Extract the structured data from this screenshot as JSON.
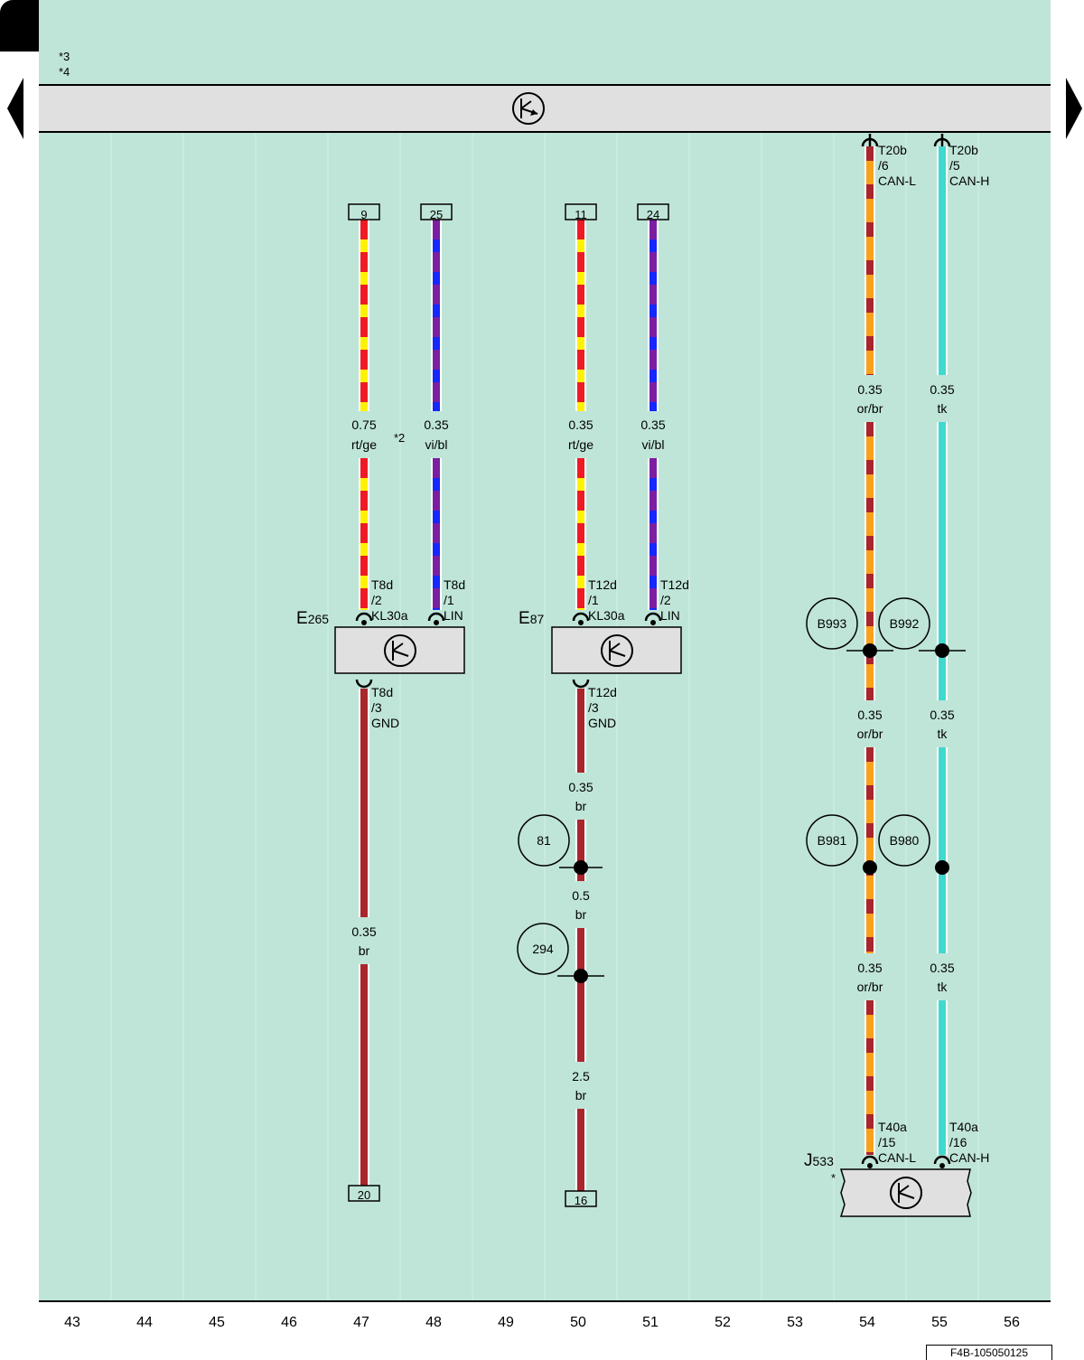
{
  "footnotes": [
    "*3",
    "*4"
  ],
  "doc_id": "F4B-105050125",
  "columns": [
    "43",
    "44",
    "45",
    "46",
    "47",
    "48",
    "49",
    "50",
    "51",
    "52",
    "53",
    "54",
    "55",
    "56"
  ],
  "colors": {
    "panel": "#bfe5d8",
    "bus_bar": "#e0e0e0",
    "red": "#ee1b24",
    "yellow": "#fff200",
    "violet": "#7b1fa2",
    "blue": "#1428ff",
    "brown": "#a8262c",
    "orange": "#f8a11b",
    "turquoise": "#3fd9cf"
  },
  "components": [
    {
      "id": "e265",
      "letter": "E",
      "number": "265"
    },
    {
      "id": "e87",
      "letter": "E",
      "number": "87"
    },
    {
      "id": "j533",
      "letter": "J",
      "number": "533",
      "note": "*"
    }
  ],
  "terminals": [
    "9",
    "25",
    "11",
    "24",
    "20",
    "16"
  ],
  "connectors": [
    {
      "lines": [
        "T20b",
        "/6",
        "CAN-L"
      ]
    },
    {
      "lines": [
        "T20b",
        "/5",
        "CAN-H"
      ]
    },
    {
      "lines": [
        "T8d",
        "/2",
        "KL30a"
      ]
    },
    {
      "lines": [
        "T8d",
        "/1",
        "LIN"
      ]
    },
    {
      "lines": [
        "T12d",
        "/1",
        "KL30a"
      ]
    },
    {
      "lines": [
        "T12d",
        "/2",
        "LIN"
      ]
    },
    {
      "lines": [
        "T8d",
        "/3",
        "GND"
      ]
    },
    {
      "lines": [
        "T12d",
        "/3",
        "GND"
      ]
    },
    {
      "lines": [
        "T40a",
        "/15",
        "CAN-L"
      ]
    },
    {
      "lines": [
        "T40a",
        "/16",
        "CAN-H"
      ]
    }
  ],
  "wire_labels": [
    {
      "size": "0.75",
      "color": "rt/ge"
    },
    {
      "size": "0.35",
      "color": "vi/bl"
    },
    {
      "size": "0.35",
      "color": "rt/ge"
    },
    {
      "size": "0.35",
      "color": "vi/bl"
    },
    {
      "size": "0.35",
      "color": "or/br"
    },
    {
      "size": "0.35",
      "color": "tk"
    },
    {
      "size": "0.35",
      "color": "or/br"
    },
    {
      "size": "0.35",
      "color": "tk"
    },
    {
      "size": "0.35",
      "color": "or/br"
    },
    {
      "size": "0.35",
      "color": "tk"
    },
    {
      "size": "0.35",
      "color": "br"
    },
    {
      "size": "0.35",
      "color": "br"
    },
    {
      "size": "0.5",
      "color": "br"
    },
    {
      "size": "2.5",
      "color": "br"
    }
  ],
  "wire_note": "*2",
  "splices": [
    "B993",
    "B992",
    "B981",
    "B980",
    "81",
    "294"
  ]
}
